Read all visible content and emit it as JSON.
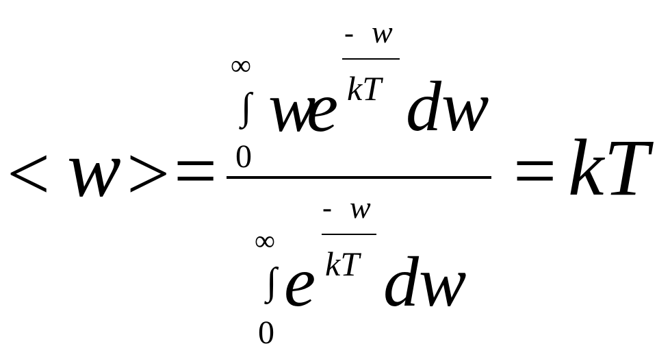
{
  "equation": {
    "lhs": {
      "open_angle": "<",
      "variable": "w",
      "close_angle": ">",
      "equals": "="
    },
    "numerator": {
      "upper_limit": "∞",
      "integral_sign": "∫",
      "lower_limit": "0",
      "factor_w": "w",
      "base_e": "e",
      "exp_minus": "-",
      "exp_numerator": "w",
      "exp_denominator": "kT",
      "differential": "dw"
    },
    "denominator": {
      "upper_limit": "∞",
      "integral_sign": "∫",
      "lower_limit": "0",
      "base_e": "e",
      "exp_minus": "-",
      "exp_numerator": "w",
      "exp_denominator": "kT",
      "differential": "dw"
    },
    "rhs": {
      "equals": "=",
      "result": "kT"
    }
  }
}
